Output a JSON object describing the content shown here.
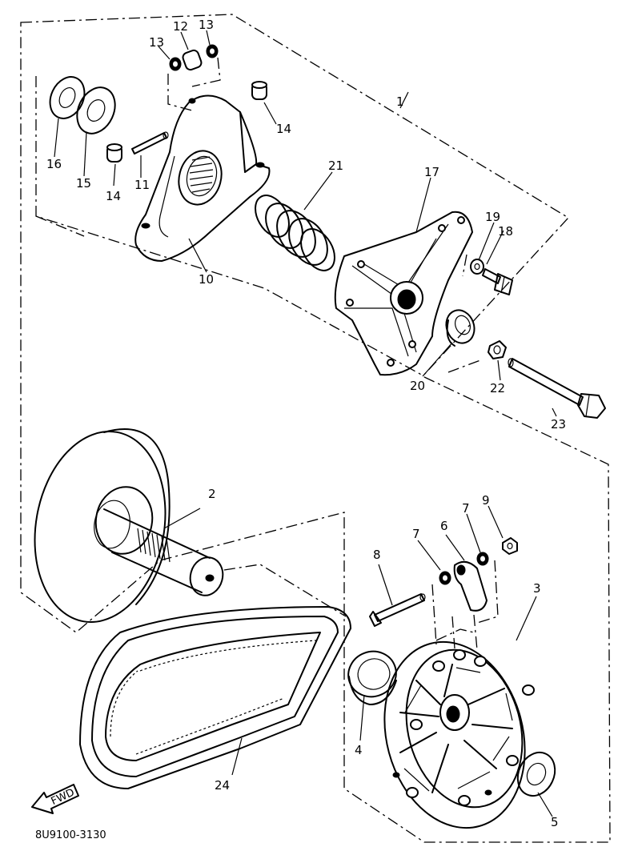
{
  "diagram": {
    "drawing_code": "8U9100-3130",
    "fwd_arrow_text": "FWD",
    "callouts": [
      {
        "id": "c1",
        "text": "1"
      },
      {
        "id": "c2",
        "text": "2"
      },
      {
        "id": "c3",
        "text": "3"
      },
      {
        "id": "c4",
        "text": "4"
      },
      {
        "id": "c5",
        "text": "5"
      },
      {
        "id": "c6",
        "text": "6"
      },
      {
        "id": "c7a",
        "text": "7"
      },
      {
        "id": "c7b",
        "text": "7"
      },
      {
        "id": "c8",
        "text": "8"
      },
      {
        "id": "c9",
        "text": "9"
      },
      {
        "id": "c10",
        "text": "10"
      },
      {
        "id": "c11",
        "text": "11"
      },
      {
        "id": "c12",
        "text": "12"
      },
      {
        "id": "c13a",
        "text": "13"
      },
      {
        "id": "c13b",
        "text": "13"
      },
      {
        "id": "c14a",
        "text": "14"
      },
      {
        "id": "c14b",
        "text": "14"
      },
      {
        "id": "c15",
        "text": "15"
      },
      {
        "id": "c16",
        "text": "16"
      },
      {
        "id": "c17",
        "text": "17"
      },
      {
        "id": "c18",
        "text": "18"
      },
      {
        "id": "c19",
        "text": "19"
      },
      {
        "id": "c20",
        "text": "20"
      },
      {
        "id": "c21",
        "text": "21"
      },
      {
        "id": "c22",
        "text": "22"
      },
      {
        "id": "c23",
        "text": "23"
      },
      {
        "id": "c24",
        "text": "24"
      }
    ]
  }
}
